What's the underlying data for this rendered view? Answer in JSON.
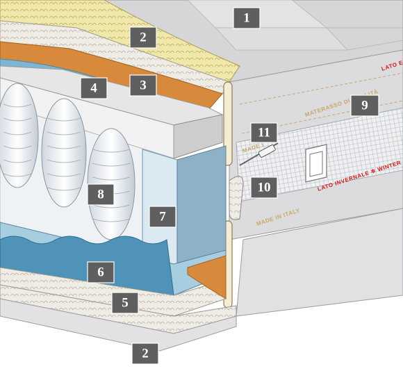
{
  "colors": {
    "top_panel": "#d5d5d7",
    "panel_edge": "#b9b9bc",
    "cotton": "#ece9e2",
    "yellow_wool": "#efe6a6",
    "copper_felt": "#d88a3c",
    "blue_foam": "#7fb5d3",
    "blue_side": "#9fc3d8",
    "pillar_front": "#dbe9f2",
    "pillar_side": "#8fb1c6",
    "spring_pocket": "#f3f3f4",
    "label_red": "#d11a1a",
    "label_tan": "#c7a66a",
    "callout_bg": "#5f5f5f",
    "callout_text": "#ffffff"
  },
  "callouts": [
    {
      "id": "1",
      "label": "1"
    },
    {
      "id": "2a",
      "label": "2"
    },
    {
      "id": "3",
      "label": "3"
    },
    {
      "id": "4",
      "label": "4"
    },
    {
      "id": "9",
      "label": "9"
    },
    {
      "id": "11",
      "label": "11"
    },
    {
      "id": "10",
      "label": "10"
    },
    {
      "id": "8",
      "label": "8"
    },
    {
      "id": "7",
      "label": "7"
    },
    {
      "id": "6",
      "label": "6"
    },
    {
      "id": "5",
      "label": "5"
    },
    {
      "id": "2b",
      "label": "2"
    }
  ],
  "tape": {
    "materasso_upper": "MATERASSO DI QUALITÀ",
    "lato_estate": "LATO E",
    "made_in_upper": "MADE I",
    "lato_invernale": "LATO INVERNALE ✲ WINTER",
    "made_in_lower": "MADE IN ITALY"
  }
}
